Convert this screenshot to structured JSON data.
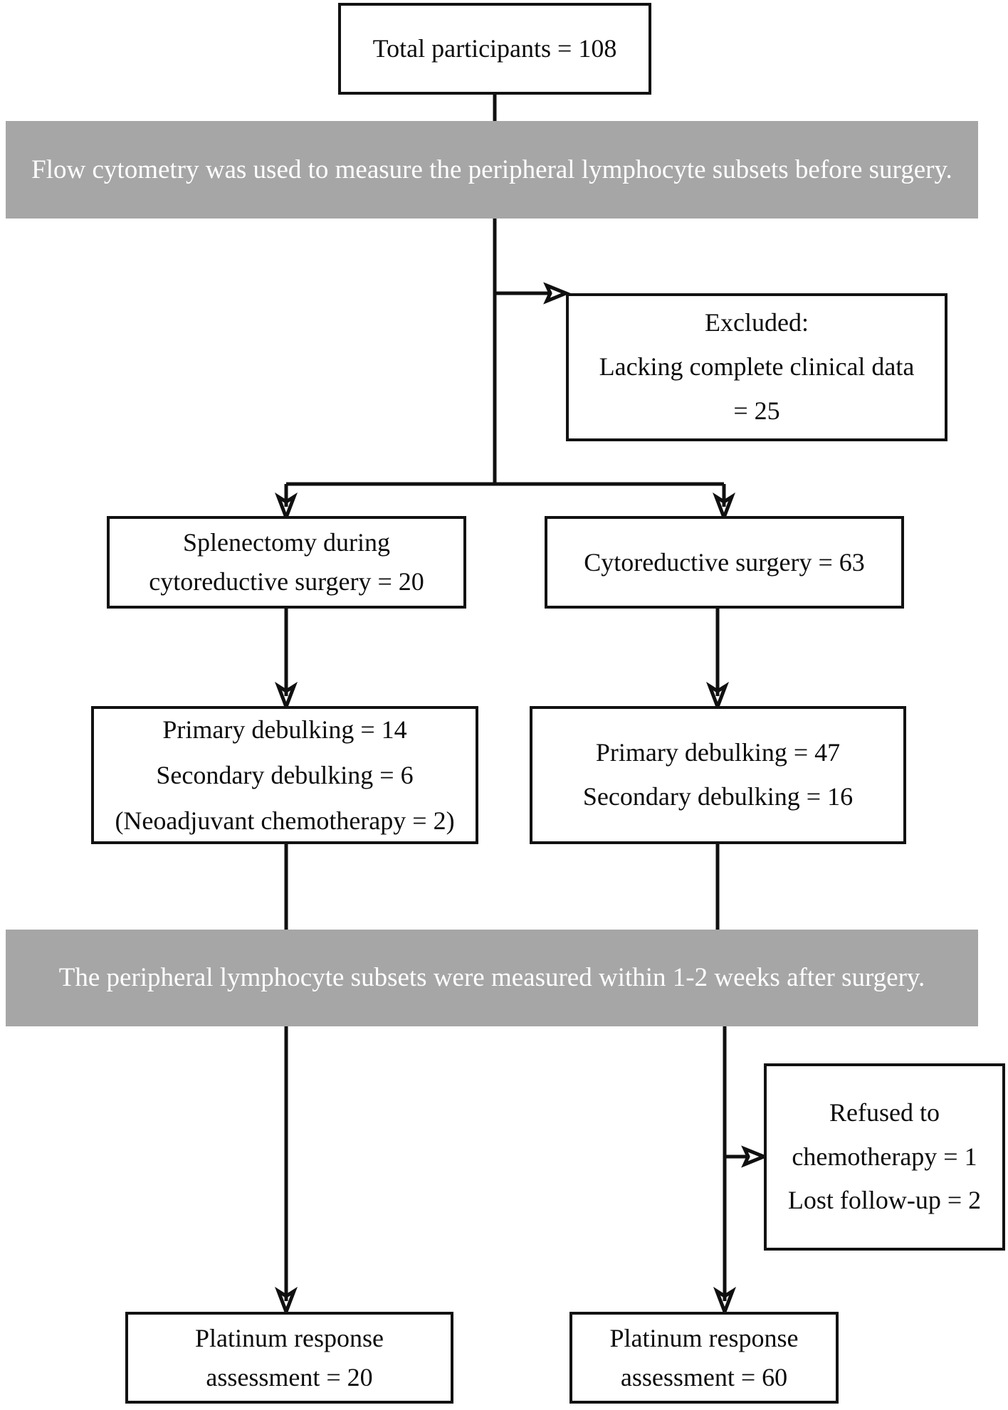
{
  "diagram": {
    "title": "Study participant flow diagram",
    "type": "flowchart",
    "colors": {
      "box_border": "#121212",
      "box_fill": "#ffffff",
      "banner_fill": "#a6a6a6",
      "banner_text": "#ffffff",
      "connector": "#101010",
      "text": "#0b0b0b"
    }
  },
  "nodes": {
    "total_participants": {
      "line1": "Total participants = 108"
    },
    "banner_pre_surgery": {
      "line1": "Flow cytometry was used to measure the peripheral lymphocyte subsets before",
      "line2": "surgery."
    },
    "excluded": {
      "line1": "Excluded:",
      "line2": "Lacking complete clinical data",
      "line3": "= 25"
    },
    "splenectomy": {
      "line1": "Splenectomy during",
      "line2": "cytoreductive surgery = 20"
    },
    "cytoreductive": {
      "line1": "Cytoreductive surgery = 63"
    },
    "debulking_left": {
      "line1": "Primary debulking = 14",
      "line2": "Secondary debulking = 6",
      "line3": "(Neoadjuvant chemotherapy = 2)"
    },
    "debulking_right": {
      "line1": "Primary debulking = 47",
      "line2": "Secondary debulking = 16"
    },
    "banner_post_surgery": {
      "line1": "The peripheral lymphocyte subsets were measured within 1-2 weeks after",
      "line2": "surgery."
    },
    "dropout": {
      "line1": "Refused to",
      "line2": "chemotherapy = 1",
      "line3": "Lost follow-up = 2"
    },
    "platinum_left": {
      "line1": "Platinum response",
      "line2": "assessment = 20"
    },
    "platinum_right": {
      "line1": "Platinum response",
      "line2": "assessment = 60"
    }
  }
}
